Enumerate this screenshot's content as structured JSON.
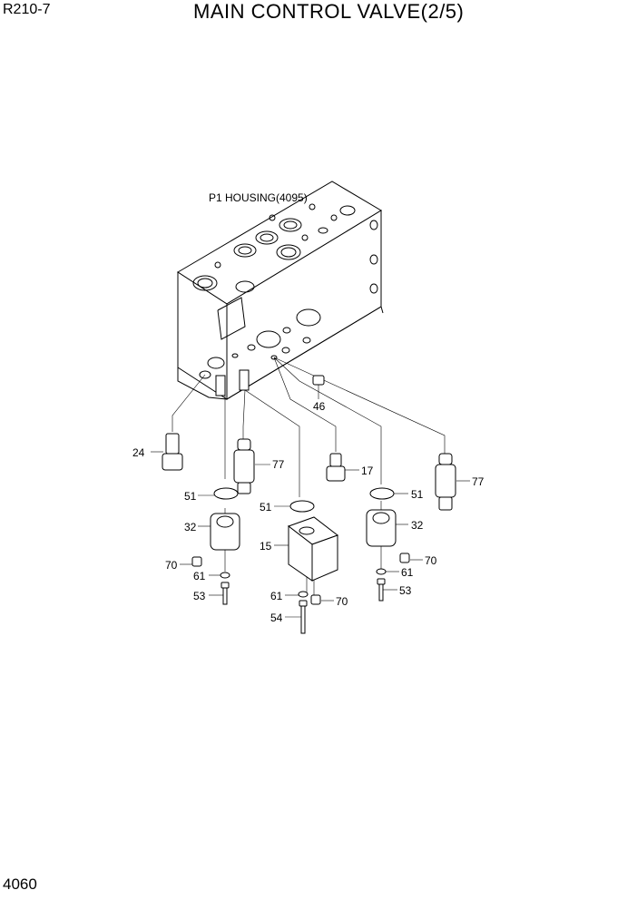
{
  "header": {
    "model": "R210-7",
    "title": "MAIN CONTROL VALVE(2/5)"
  },
  "footer": {
    "page_number": "4060"
  },
  "diagram": {
    "housing_label": "P1 HOUSING(4095)",
    "callouts": {
      "c24": "24",
      "c77a": "77",
      "c77b": "77",
      "c46": "46",
      "c17": "17",
      "c51a": "51",
      "c51b": "51",
      "c51c": "51",
      "c32a": "32",
      "c32b": "32",
      "c15": "15",
      "c70a": "70",
      "c70b": "70",
      "c70c": "70",
      "c61a": "61",
      "c61b": "61",
      "c61c": "61",
      "c53a": "53",
      "c53b": "53",
      "c54": "54"
    }
  }
}
